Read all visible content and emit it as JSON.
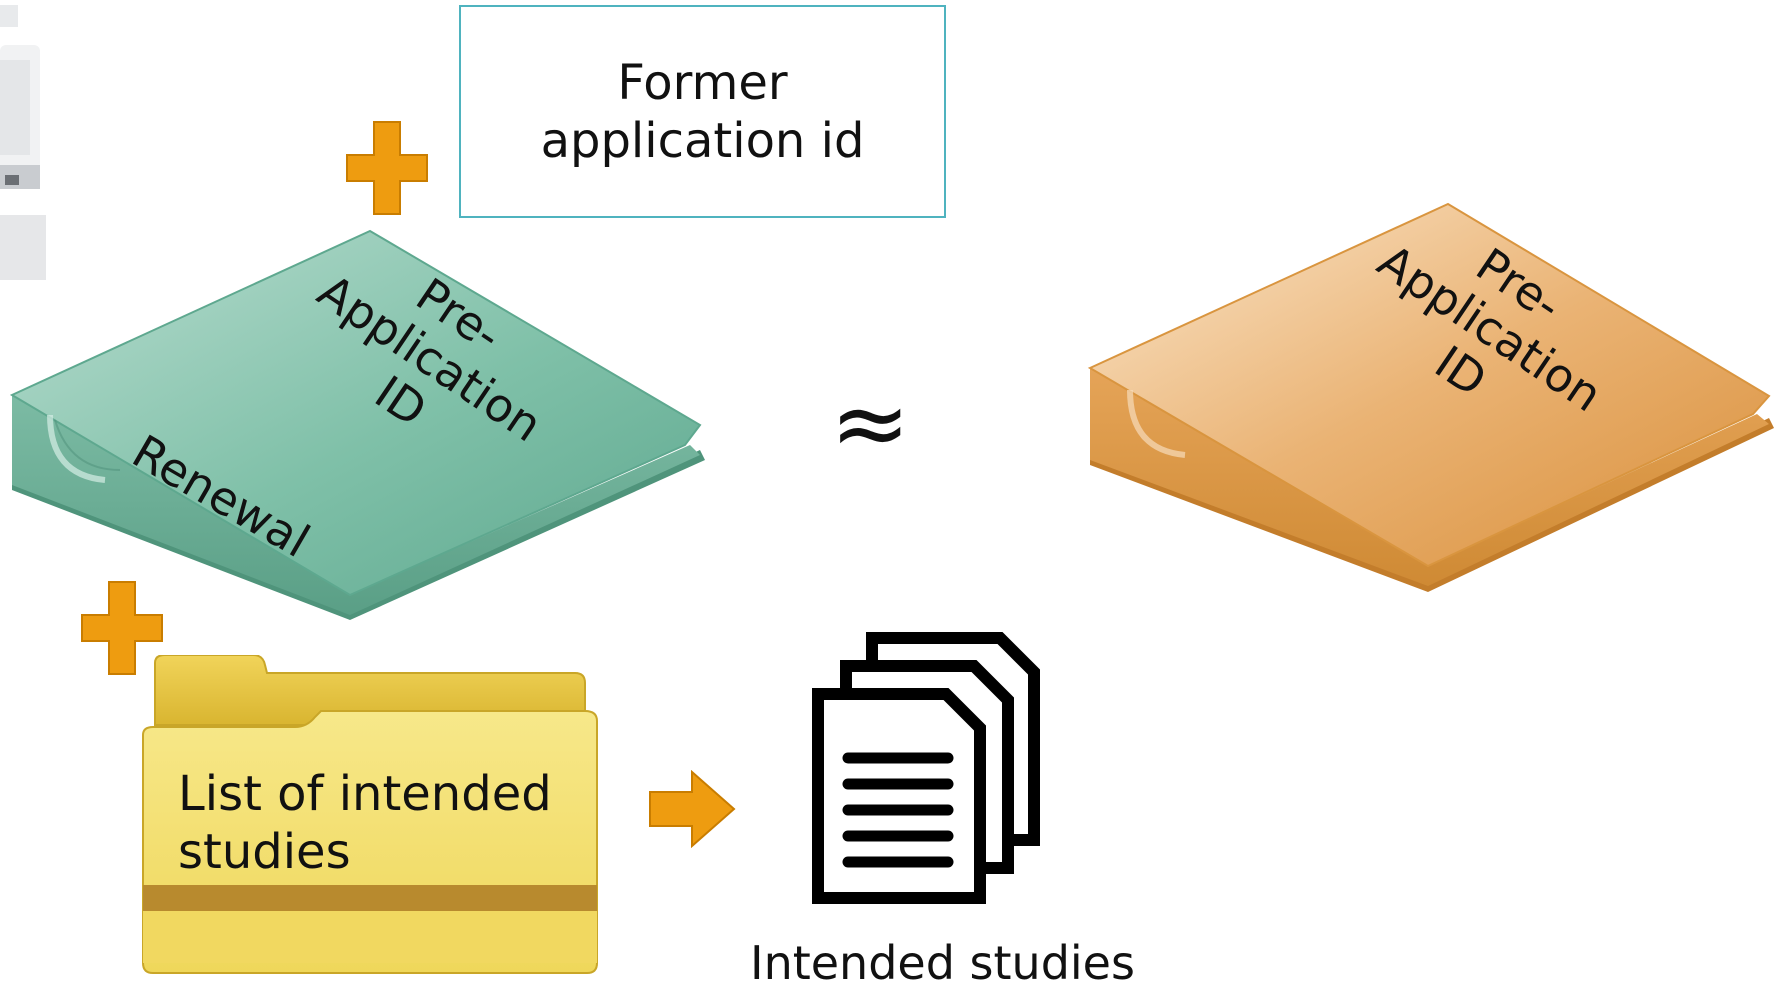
{
  "former_id_box": {
    "text": "Former\napplication id"
  },
  "green_binder": {
    "label": "Pre-\nApplication\nID",
    "sublabel": "Renewal",
    "color": "#6cb59c"
  },
  "orange_binder": {
    "label": "Pre-\nApplication\nID",
    "color": "#e3a55a"
  },
  "approx_symbol": "≈",
  "folder": {
    "text": "List of intended\nstudies",
    "color": "#f3df72"
  },
  "documents": {
    "caption": "Intended studies"
  },
  "colors": {
    "plus": "#ee9c10",
    "arrow": "#ee9c10",
    "box_border": "#4fb3bf"
  },
  "icons": [
    "plus-icon",
    "binder-icon",
    "folder-icon",
    "arrow-right-icon",
    "documents-icon"
  ]
}
